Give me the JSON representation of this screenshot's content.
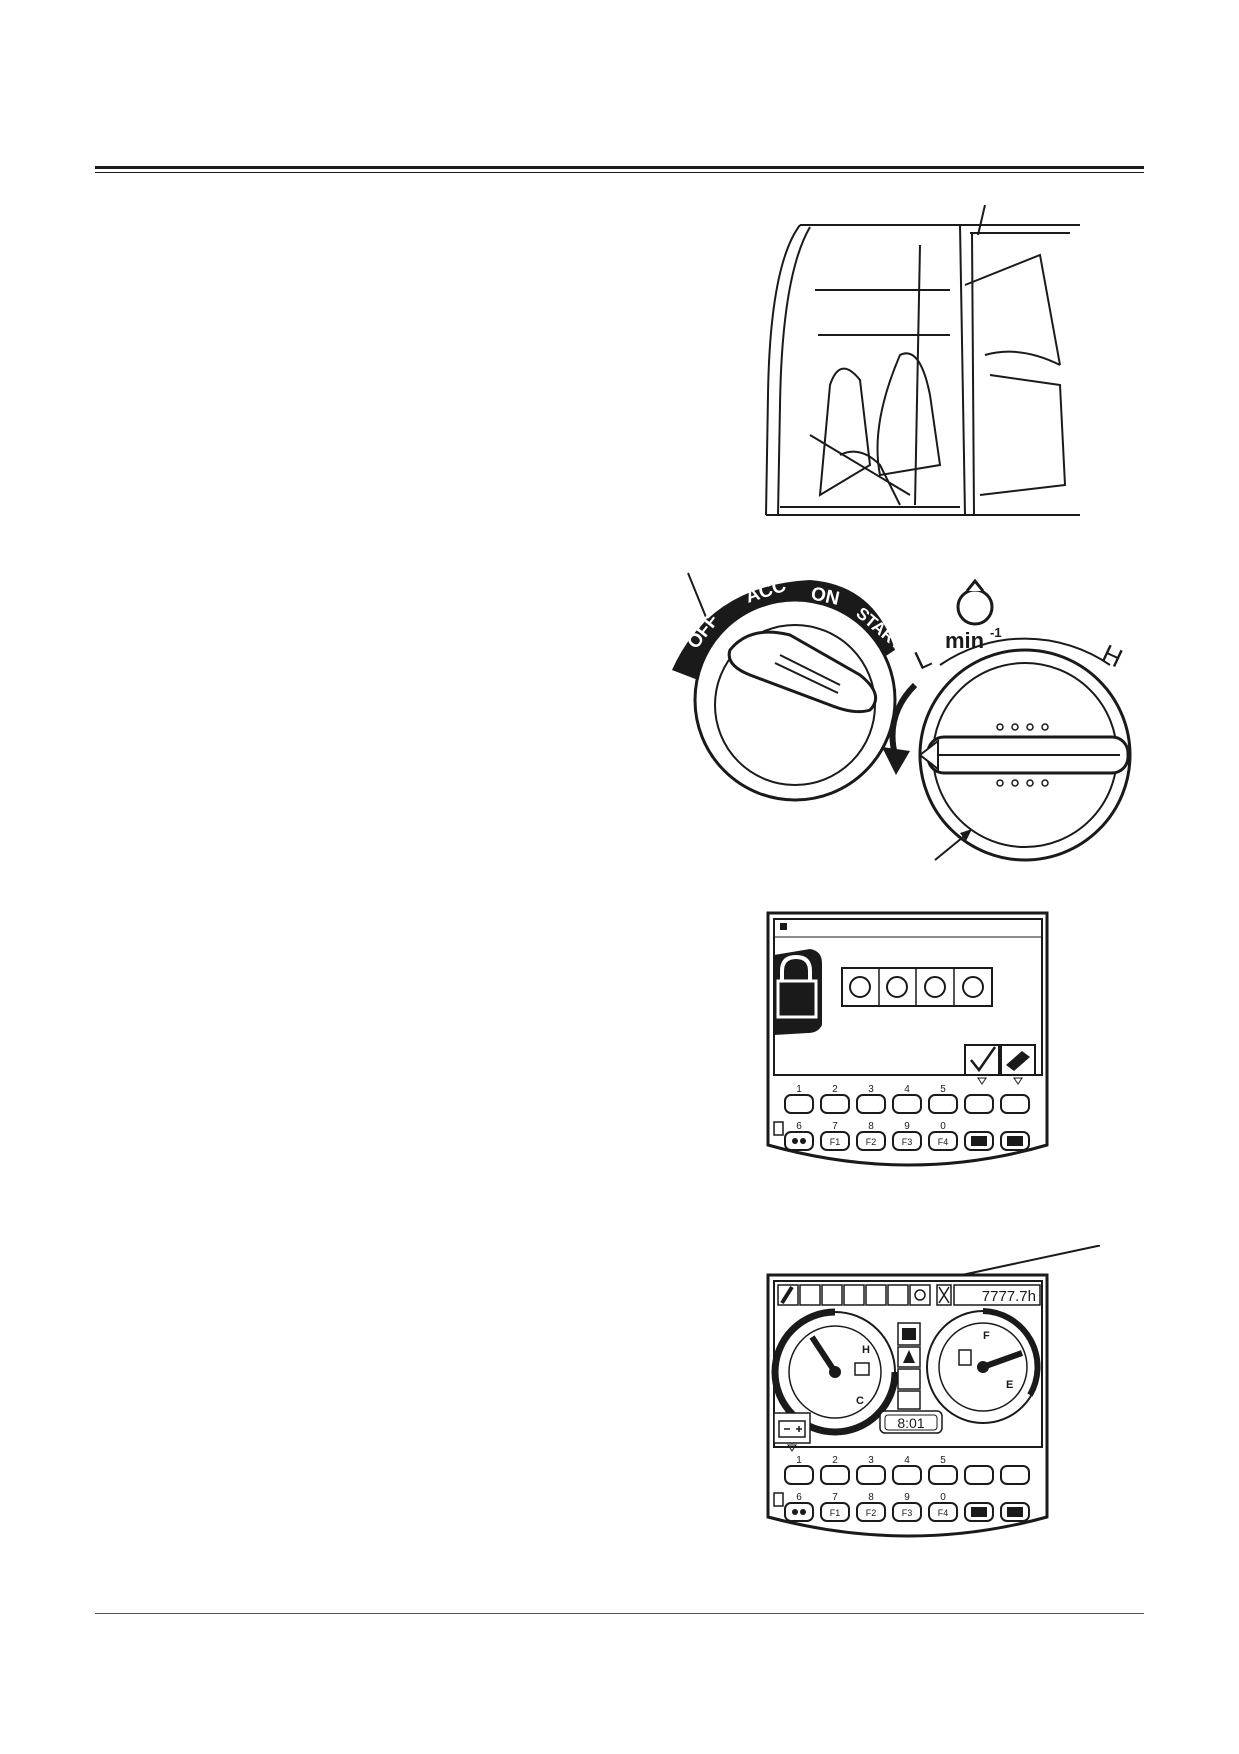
{
  "switch_labels": {
    "off": "OFF",
    "acc": "ACC",
    "on": "ON",
    "start": "START"
  },
  "throttle_dial": {
    "unit": "min-1",
    "unit_base": "min",
    "unit_exp": "-1",
    "low": "L",
    "high": "H"
  },
  "keypad": {
    "top_numbers": [
      "1",
      "2",
      "3",
      "4",
      "5"
    ],
    "bottom_numbers": [
      "6",
      "7",
      "8",
      "9",
      "0"
    ],
    "function_keys": [
      "F1",
      "F2",
      "F3",
      "F4"
    ]
  },
  "monitor": {
    "hour_meter": "7777.7h",
    "clock": "8:01",
    "temp_high": "H",
    "temp_low": "C",
    "fuel_full": "F",
    "fuel_empty": "E"
  },
  "colors": {
    "ink": "#1a1a1a",
    "paper": "#ffffff",
    "panel_gray": "#f2f2f2"
  }
}
